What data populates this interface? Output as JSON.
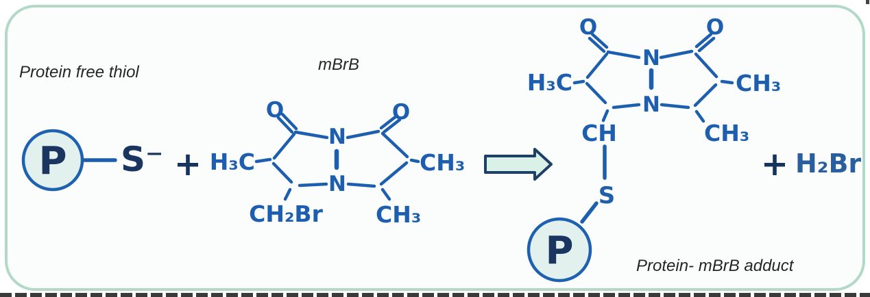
{
  "scene": {
    "reactant_label": "Protein free thiol",
    "mbrb_label": "mBrB",
    "adduct_label": "Protein- mBrB adduct",
    "plus_left": "+",
    "plus_right": "+",
    "byproduct": "H₂Br"
  },
  "thiol": {
    "protein": "P",
    "thiolate": "S⁻"
  },
  "mbrb": {
    "o_left": "O",
    "o_right": "O",
    "n_top": "N",
    "n_bottom": "N",
    "h3c": "H₃C",
    "ch3_right": "CH₃",
    "ch2br": "CH₂Br",
    "ch3_bottom": "CH₃"
  },
  "adduct": {
    "o_left": "O",
    "o_right": "O",
    "n_top": "N",
    "n_bottom": "N",
    "h3c": "H₃C",
    "ch3_right": "CH₃",
    "ch": "CH",
    "ch3_bottom": "CH₃",
    "s": "S",
    "protein": "P"
  },
  "colors": {
    "structure_blue": "#1d5fae",
    "dark_navy": "#1a3560",
    "label_dark": "#252525",
    "container_border": "#b2d9c7",
    "container_fill": "#fbfdfc",
    "arrow_fill": "#daf1e8",
    "arrow_border": "#1e4066",
    "protein_circle_fill": "#e2f1ed",
    "byproduct_blue": "#2a5f9e"
  }
}
